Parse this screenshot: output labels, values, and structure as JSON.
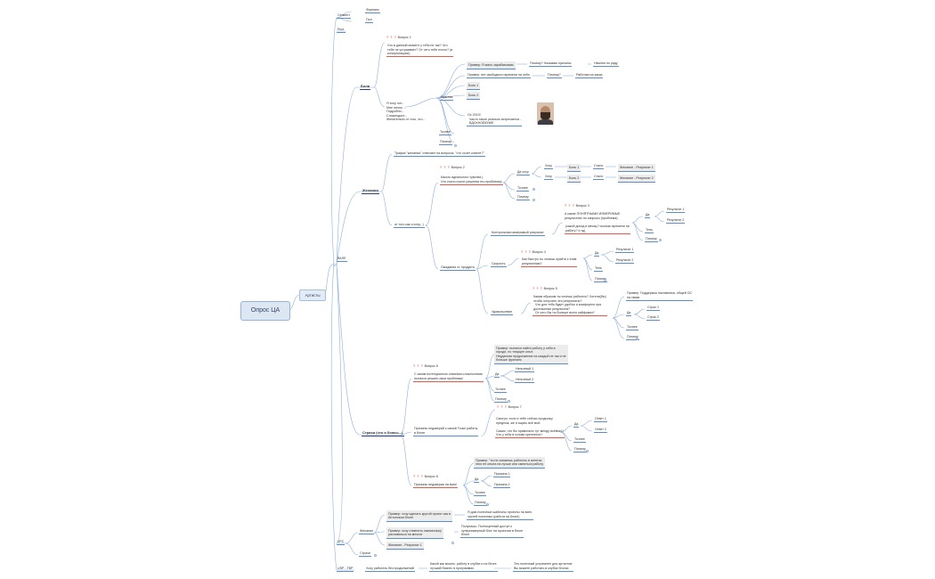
{
  "root": "Опрос ЦА",
  "level1": "Артисты",
  "top": {
    "segment": "Сегмент",
    "who_f": "Фриланс",
    "who_p": "Пол",
    "age": "Рост"
  },
  "pains": {
    "label": "Боли",
    "q1": "Вопрос 1",
    "q1_text": "Что в данный момент у тебя не так? Что\nтебе не устраивает? От чего тебе плохо? (в\nконсультациях)",
    "side": "Я хочу нот...\nМне лично ...\nПодробно...\nСложнодост...\nЖелательно от того, что...",
    "feelings": "Чувства",
    "ex1": "Пример: Я мало зарабатываю",
    "why1": "Почему? Называю причины",
    "ans1": "Начнем по ряду",
    "ex2": "Пример: нет свободного времени на себя",
    "why2": "Почему?",
    "ans2": "Работаю на заказ",
    "pain1": "Боль 1",
    "pain2": "Боль 2",
    "quote": "Ос 2019!\n  Часто такое реально встречается -\n  ВДОХНОВЕНИЕ",
    "exact": "Точнее",
    "why_short": "Почему"
  },
  "wishes": {
    "label": "Желания",
    "intro": "Трафик \"желания\" отвечает на вопросы: \"что хочет клиент?\"",
    "q2": "Вопрос 2",
    "q2_text": "Какого идеального чувства (\nЧто стало после решения его проблемы)",
    "from": "от того как я хочу...)",
    "yes_want": "Да хочу",
    "want": "Хочу",
    "p1": "Боль 1",
    "p2": "Боль 2",
    "will": "Стало",
    "res1": "Желание - Результат 1",
    "res2": "Желание - Результат 2",
    "exact": "Точнее",
    "why": "Почему",
    "product": "Ожидания от продукта",
    "control": "Контрольная измеримый результат",
    "q3": "Вопрос 3",
    "q3_text": "А какие ПОНЯТНЫМИ ИЗМЕРИМЫЕ\nрезультатах по запросы (проблема)",
    "q3_sub": "(какой доход в месяц? сколько времени на\nработу? и тд)",
    "yes": "Да",
    "r1": "Результат 1",
    "r2": "Результат 2",
    "less": "Тень",
    "why2": "Почему",
    "speed": "Скорость",
    "q4": "Вопрос 4",
    "q4_text": "Как быстро ты хочешь прийти к этим\nрезультатам?",
    "r_a": "Результат 1",
    "r_b": "Результат 2",
    "exact2": "Тень",
    "why3": "Почему",
    "comfort": "Удовольствие",
    "q5": "Вопрос 5",
    "q5_text": "Каким образом ты хочешь работать? Хотела(бы)\nчтобы получить эти результаты?\n  Что для тебя будет удобно и комфортно при\nдостижении результата?\n  От чего бы ты больше всего кайфовал?",
    "ex_q5": "Пример: Поддержка наставника, общей ОС\nна связи",
    "yes2": "Да",
    "s1": "Страх 1",
    "s2": "Страх 2",
    "exact3": "Точнее",
    "why4": "Почему"
  },
  "fears": {
    "label": "Страхи (что я боюсь...)",
    "q6": "Вопрос 6",
    "q6_text": "С каким потенциально опасным сложностями\nпытался решить свои проблемы!",
    "ex6": "Пример: пытался найти работу у себя в\nгороде, но текущее опыт.\nНеудачная продолжения на каждой не так и не\nбольше фриланс",
    "yes": "Да",
    "o1": "Неполный 1",
    "o2": "Неполный 2",
    "exact": "Точнее",
    "why": "Почему",
    "reasons": "Причины недоверий к самой Точке работы\nв блоге",
    "q7": "Вопрос 7",
    "q7_text": "Смотри, если я тебе сейчас продолжу\nпредлож, же я ищать всё моё.\n\nСкажи, что бы правильно тут менду всёвеку?\nЧто у тебя в голове крепнется?",
    "yes2": "Да",
    "a1": "Ответ 1",
    "a2": "Ответ 2",
    "exact2": "Точнее",
    "why2": "Почему",
    "q8": "Вопрос 8",
    "q8_text": "Причины недоверия на всех!",
    "ex8": "Пример: \"ты не сможешь работать в агентах\nэтих не опыта на лучше или смеяться работу",
    "yes3": "Да",
    "c1": "Причина 1",
    "c2": "Причина 2",
    "exact3": "Точнее",
    "why3": "Почему"
  },
  "bottom": {
    "want": "Желание",
    "ex_a": "Пример: хочу сделать крутой проект как в\nАнтонском блоге",
    "ex_b": "Пример: хочу отменить ежемесячку\nраспиваться на многих",
    "res": "Желание - Результат 1",
    "reply_a": "Я даю полезные шаблоны проекты на всех.\nчастей полезных (работа на блоге)",
    "reply_b": "Получишь: Полноценный доступ к\nсупернимерный блог на проектов в блоге\nблоге",
    "fear": "Страхи",
    "vpc": "VPC",
    "usp": "USP - TBP",
    "usp_text": "Хочу работать без продолжений",
    "usp_mid": "Какой как можно, работу в клубах и на блоге\nлучший бизнес в программах",
    "usp_right": "Это полезный устремлен для артистов:\nВы можете работать в клубах блогах"
  },
  "vipe": "ВАЛЕ"
}
